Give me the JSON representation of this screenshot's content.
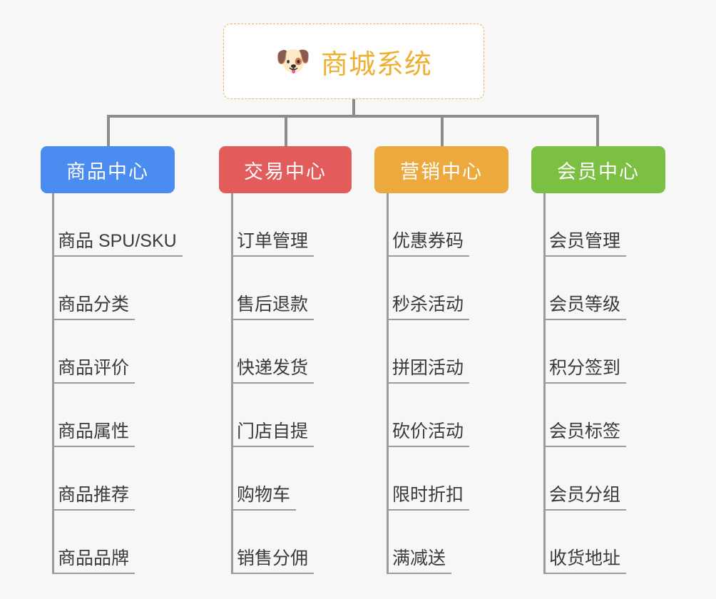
{
  "root": {
    "icon": "dog-face-emoji",
    "icon_glyph": "🐶",
    "title": "商城系统",
    "border_color": "#e8b45a",
    "text_color": "#eeb034"
  },
  "connector_color": "#8c8c8c",
  "background_color": "#f7f7f7",
  "branches": [
    {
      "label": "商品中心",
      "color": "#4a8cf0",
      "items": [
        "商品 SPU/SKU",
        "商品分类",
        "商品评价",
        "商品属性",
        "商品推荐",
        "商品品牌"
      ]
    },
    {
      "label": "交易中心",
      "color": "#e35c5b",
      "items": [
        "订单管理",
        "售后退款",
        "快递发货",
        "门店自提",
        "购物车",
        "销售分佣"
      ]
    },
    {
      "label": "营销中心",
      "color": "#eba93e",
      "items": [
        "优惠券码",
        "秒杀活动",
        "拼团活动",
        "砍价活动",
        "限时折扣",
        "满减送"
      ]
    },
    {
      "label": "会员中心",
      "color": "#7cc043",
      "items": [
        "会员管理",
        "会员等级",
        "积分签到",
        "会员标签",
        "会员分组",
        "收货地址"
      ]
    }
  ]
}
